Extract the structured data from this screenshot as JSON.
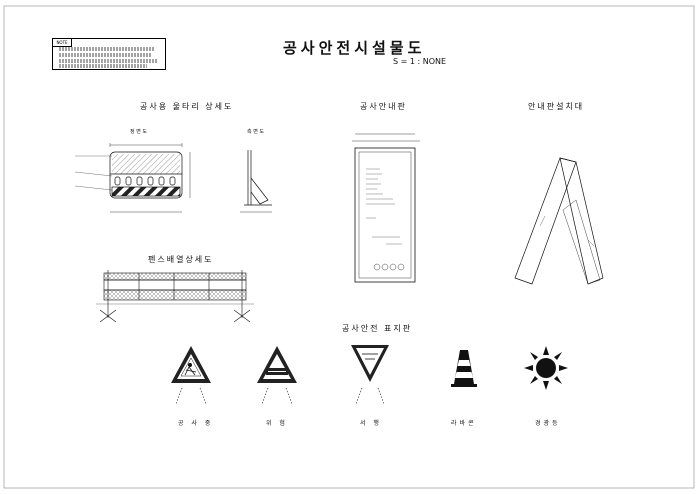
{
  "drawing": {
    "title": "공사안전시설물도",
    "scale": "S = 1 : NONE"
  },
  "notes": {
    "heading": "NOTE"
  },
  "sections": {
    "fence_detail": "공사용 울타리 상세도",
    "notice_board": "공사안내판",
    "board_stand": "안내판설치대",
    "fence_layout": "펜스배열상세도",
    "safety_signs": "공사안전 표지판"
  },
  "fence_views": {
    "front": "정 면 도",
    "side": "측 면 도"
  },
  "signs": [
    {
      "label": "공 사 중",
      "icon": "worker-triangle-sign"
    },
    {
      "label": "위 험",
      "icon": "danger-triangle-sign"
    },
    {
      "label": "서 행",
      "icon": "slow-inverted-triangle-sign"
    },
    {
      "label": "라바콘",
      "icon": "traffic-cone"
    },
    {
      "label": "경광등",
      "icon": "warning-light"
    }
  ],
  "colors": {
    "line": "#111111",
    "hatch": "#555555"
  }
}
